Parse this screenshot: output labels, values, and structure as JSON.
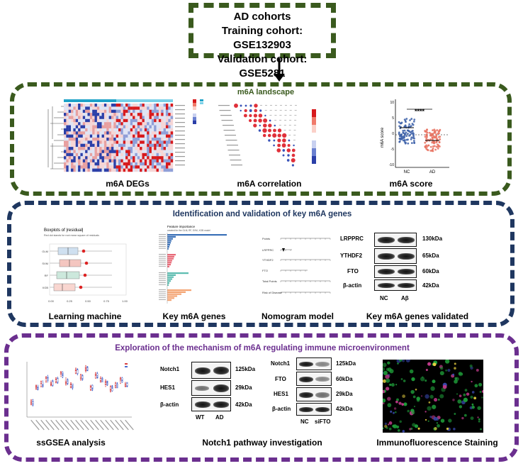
{
  "header": {
    "line1": "AD cohorts",
    "line2": "Training cohort: GSE132903",
    "line3": "Validation cohort: GSE5281"
  },
  "section1": {
    "center_title": "m6A landscape",
    "captions": [
      "m6A DEGs",
      "m6A correlation",
      "m6A score"
    ],
    "score_plot": {
      "ylabel": "m6A score",
      "groups": [
        "NC",
        "AD"
      ],
      "significance": "****",
      "yticks": [
        "10",
        "5",
        "0",
        "-5",
        "-10"
      ]
    }
  },
  "section2": {
    "title": "Identification and validation of key m6A genes",
    "captions": [
      "Learning machine",
      "Key m6A genes",
      "Nomogram model",
      "Key m6A genes validated"
    ],
    "boxplot": {
      "title": "Boxplots of |residual|",
      "subtitle": "Red dot stands for root mean square of residuals",
      "models": [
        "GLM",
        "SVM",
        "RF",
        "XGB"
      ],
      "xticks": [
        "0.00",
        "0.25",
        "0.50",
        "0.75",
        "1.00"
      ]
    },
    "importance": {
      "title": "Feature importance",
      "subtitle": "created for the GLM, RF, SVM, XGB model"
    },
    "nomogram": {
      "rows": [
        "Points",
        "LRPPRC",
        "YTHDF2",
        "FTO",
        "Total Points",
        "Risk of Disease"
      ]
    },
    "blot": {
      "proteins": [
        "LRPPRC",
        "YTHDF2",
        "FTO",
        "β-actin"
      ],
      "sizes": [
        "130kDa",
        "65kDa",
        "60kDa",
        "42kDa"
      ],
      "lanes": [
        "NC",
        "Aβ"
      ]
    }
  },
  "section3": {
    "title": "Exploration of the mechanism of m6A regulating immune microenvironment",
    "captions": [
      "ssGSEA analysis",
      "Notch1 pathway investigation",
      "Immunofluorescence Staining"
    ],
    "blot_a": {
      "proteins": [
        "Notch1",
        "HES1",
        "β-actin"
      ],
      "sizes": [
        "125kDa",
        "29kDa",
        "42kDa"
      ],
      "lanes": [
        "WT",
        "AD"
      ]
    },
    "blot_b": {
      "proteins": [
        "Notch1",
        "FTO",
        "HES1",
        "β-actin"
      ],
      "sizes": [
        "125kDa",
        "60kDa",
        "29kDa",
        "42kDa"
      ],
      "lanes": [
        "NC",
        "siFTO"
      ]
    }
  },
  "colors": {
    "green": "#3a5a1e",
    "navy": "#1f3760",
    "purple": "#6b2f8f",
    "heat_red": "#d7191c",
    "heat_blue": "#2b3fa8",
    "nc_blue": "#3b5fa8",
    "ad_red": "#e8705e"
  }
}
